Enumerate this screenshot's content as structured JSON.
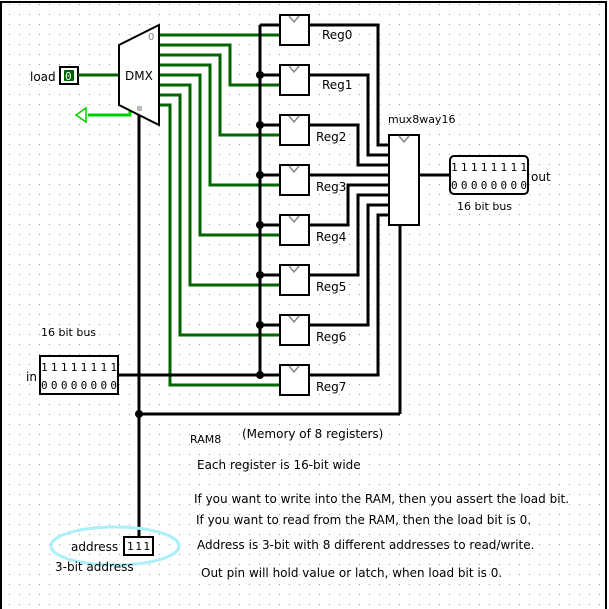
{
  "canvas": {
    "grid": "dotted",
    "background": "#ffffff",
    "grid_dot_color": "#9a9a9a"
  },
  "colors": {
    "wire_bus": "#000000",
    "wire_active": "#006400",
    "wire_tunnel": "#00d000",
    "highlight_ellipse": "#aaf0f8"
  },
  "load_pin": {
    "label": "load",
    "value": "0"
  },
  "demux": {
    "label": "DMX",
    "select_port_label": "0"
  },
  "registers": [
    {
      "label": "Reg0"
    },
    {
      "label": "Reg1"
    },
    {
      "label": "Reg2"
    },
    {
      "label": "Reg3"
    },
    {
      "label": "Reg4"
    },
    {
      "label": "Reg5"
    },
    {
      "label": "Reg6"
    },
    {
      "label": "Reg7"
    }
  ],
  "mux": {
    "label": "mux8way16"
  },
  "out_pin": {
    "label": "out",
    "bits_high": "11111111",
    "bits_low": "00000000",
    "caption": "16 bit bus"
  },
  "in_pin": {
    "label": "in",
    "bits_high": "11111111",
    "bits_low": "00000000",
    "caption": "16 bit bus"
  },
  "address_pin": {
    "label": "address",
    "value": "111",
    "caption": "3-bit address"
  },
  "notes": {
    "title": "RAM8",
    "subtitle": "(Memory of 8 registers)",
    "lines": [
      "Each register is 16-bit wide",
      "If you want to write into the RAM, then you assert the load bit.",
      "If you want to read from the RAM, then the load bit is 0.",
      "Address is 3-bit with 8 different addresses to read/write.",
      "Out pin will hold value or latch, when load bit is 0."
    ]
  }
}
